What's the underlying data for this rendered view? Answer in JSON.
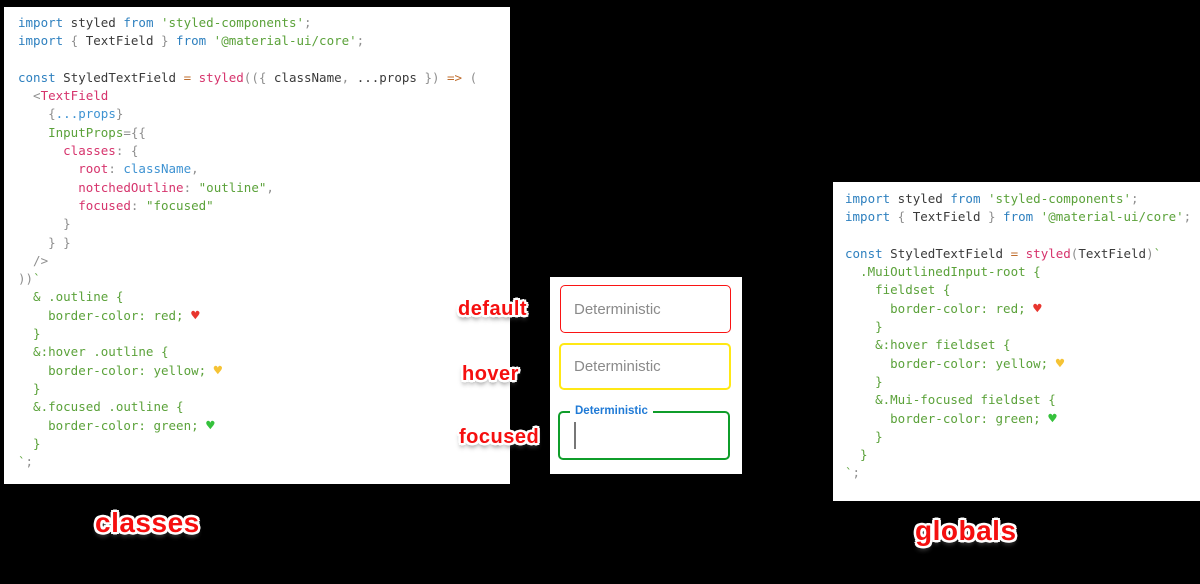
{
  "captions": {
    "left": "classes",
    "right": "globals"
  },
  "states": {
    "default": {
      "label": "default"
    },
    "hover": {
      "label": "hover"
    },
    "focused": {
      "label": "focused"
    }
  },
  "textfields": {
    "default": {
      "placeholder": "Deterministic",
      "border_color": "#fa1414"
    },
    "hover": {
      "placeholder": "Deterministic",
      "border_color": "#ffe815"
    },
    "focused": {
      "label": "Deterministic",
      "border_color": "#0f9d2a",
      "label_color": "#1f7ad6"
    }
  },
  "colors": {
    "background": "#000000",
    "panel": "#ffffff",
    "annotation_red": "#f50f0f",
    "keyword_blue": "#2e80bf",
    "magenta": "#d6336c",
    "string_green": "#5ba23a",
    "orange": "#bf6d2d"
  },
  "icons": {
    "red_heart": "♥",
    "yellow_heart": "♥",
    "green_heart": "♥"
  },
  "code_classes": {
    "lines": [
      [
        [
          "k",
          "import"
        ],
        [
          "p",
          " styled "
        ],
        [
          "k",
          "from"
        ],
        [
          "g",
          " 'styled-components'"
        ],
        [
          "u",
          ";"
        ]
      ],
      [
        [
          "k",
          "import"
        ],
        [
          "u",
          " { "
        ],
        [
          "p",
          "TextField"
        ],
        [
          "u",
          " } "
        ],
        [
          "k",
          "from"
        ],
        [
          "g",
          " '@material-ui/core'"
        ],
        [
          "u",
          ";"
        ]
      ],
      [],
      [
        [
          "k",
          "const"
        ],
        [
          "p",
          " StyledTextField "
        ],
        [
          "o",
          "="
        ],
        [
          "p",
          " "
        ],
        [
          "m",
          "styled"
        ],
        [
          "u",
          "(({ "
        ],
        [
          "p",
          "className"
        ],
        [
          "u",
          ", "
        ],
        [
          "p",
          "...props"
        ],
        [
          "u",
          " }) "
        ],
        [
          "o",
          "=>"
        ],
        [
          "u",
          " ("
        ]
      ],
      [
        [
          "u",
          "  <"
        ],
        [
          "m",
          "TextField"
        ]
      ],
      [
        [
          "u",
          "    {"
        ],
        [
          "b",
          "...props"
        ],
        [
          "u",
          "}"
        ]
      ],
      [
        [
          "g",
          "    InputProps"
        ],
        [
          "u",
          "={{"
        ]
      ],
      [
        [
          "m",
          "      classes"
        ],
        [
          "u",
          ": {"
        ]
      ],
      [
        [
          "m",
          "        root"
        ],
        [
          "u",
          ": "
        ],
        [
          "b",
          "className"
        ],
        [
          "u",
          ","
        ]
      ],
      [
        [
          "m",
          "        notchedOutline"
        ],
        [
          "u",
          ": "
        ],
        [
          "g",
          "\"outline\""
        ],
        [
          "u",
          ","
        ]
      ],
      [
        [
          "m",
          "        focused"
        ],
        [
          "u",
          ": "
        ],
        [
          "g",
          "\"focused\""
        ]
      ],
      [
        [
          "u",
          "      }"
        ]
      ],
      [
        [
          "u",
          "    } }"
        ]
      ],
      [
        [
          "u",
          "  />"
        ]
      ],
      [
        [
          "u",
          "))"
        ],
        [
          "g",
          "`"
        ]
      ],
      [
        [
          "g",
          "  & .outline {"
        ]
      ],
      [
        [
          "g",
          "    border-color: red; "
        ],
        [
          "hR",
          "♥"
        ]
      ],
      [
        [
          "g",
          "  }"
        ]
      ],
      [
        [
          "g",
          "  &:hover .outline {"
        ]
      ],
      [
        [
          "g",
          "    border-color: yellow; "
        ],
        [
          "hY",
          "♥"
        ]
      ],
      [
        [
          "g",
          "  }"
        ]
      ],
      [
        [
          "g",
          "  &.focused .outline {"
        ]
      ],
      [
        [
          "g",
          "    border-color: green; "
        ],
        [
          "hG",
          "♥"
        ]
      ],
      [
        [
          "g",
          "  }"
        ]
      ],
      [
        [
          "g",
          "`"
        ],
        [
          "u",
          ";"
        ]
      ]
    ]
  },
  "code_globals": {
    "lines": [
      [
        [
          "k",
          "import"
        ],
        [
          "p",
          " styled "
        ],
        [
          "k",
          "from"
        ],
        [
          "g",
          " 'styled-components'"
        ],
        [
          "u",
          ";"
        ]
      ],
      [
        [
          "k",
          "import"
        ],
        [
          "u",
          " { "
        ],
        [
          "p",
          "TextField"
        ],
        [
          "u",
          " } "
        ],
        [
          "k",
          "from"
        ],
        [
          "g",
          " '@material-ui/core'"
        ],
        [
          "u",
          ";"
        ]
      ],
      [],
      [
        [
          "k",
          "const"
        ],
        [
          "p",
          " StyledTextField "
        ],
        [
          "o",
          "="
        ],
        [
          "p",
          " "
        ],
        [
          "m",
          "styled"
        ],
        [
          "u",
          "("
        ],
        [
          "p",
          "TextField"
        ],
        [
          "u",
          ")"
        ],
        [
          "g",
          "`"
        ]
      ],
      [
        [
          "g",
          "  .MuiOutlinedInput-root {"
        ]
      ],
      [
        [
          "g",
          "    fieldset {"
        ]
      ],
      [
        [
          "g",
          "      border-color: red; "
        ],
        [
          "hR",
          "♥"
        ]
      ],
      [
        [
          "g",
          "    }"
        ]
      ],
      [
        [
          "g",
          "    &:hover fieldset {"
        ]
      ],
      [
        [
          "g",
          "      border-color: yellow; "
        ],
        [
          "hY",
          "♥"
        ]
      ],
      [
        [
          "g",
          "    }"
        ]
      ],
      [
        [
          "g",
          "    &.Mui-focused fieldset {"
        ]
      ],
      [
        [
          "g",
          "      border-color: green; "
        ],
        [
          "hG",
          "♥"
        ]
      ],
      [
        [
          "g",
          "    }"
        ]
      ],
      [
        [
          "g",
          "  }"
        ]
      ],
      [
        [
          "g",
          "`"
        ],
        [
          "u",
          ";"
        ]
      ]
    ]
  }
}
